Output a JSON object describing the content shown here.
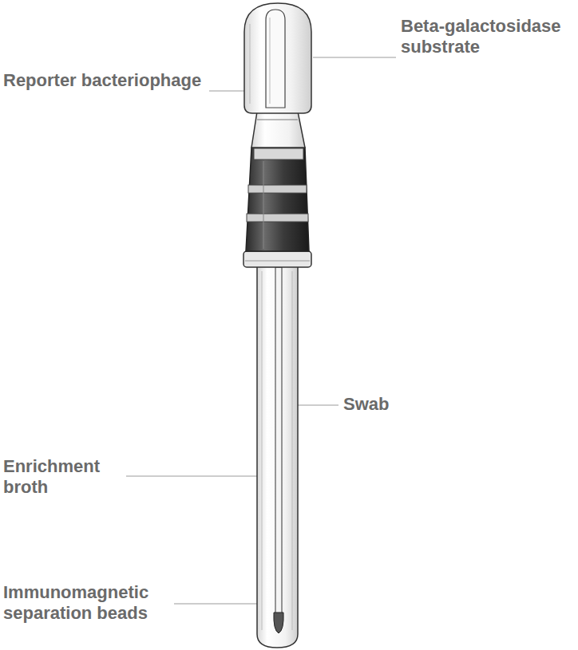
{
  "diagram": {
    "labels": [
      "Beta-galactosidase substrate",
      "Reporter bacteriophage",
      "Swab",
      "Enrichment broth",
      "Immunomagnetic separation beads"
    ]
  }
}
